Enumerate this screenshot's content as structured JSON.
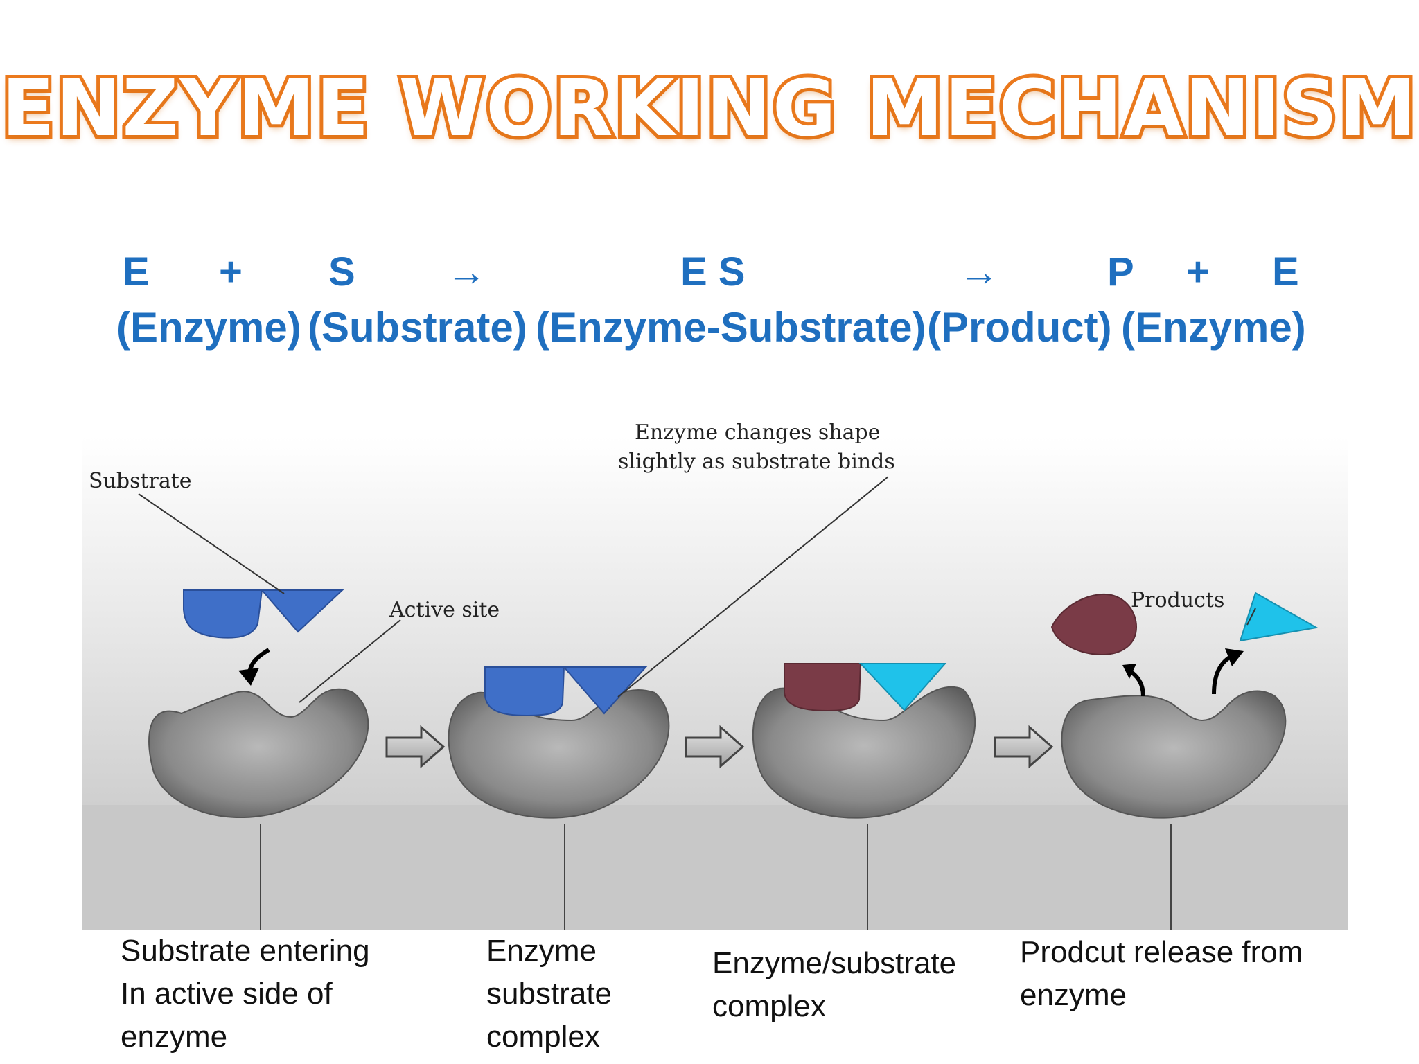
{
  "title": "ENZYME WORKING MECHANISM",
  "equation": {
    "symbols": [
      "E",
      "+",
      "S",
      "→",
      "E S",
      "→",
      "P",
      "+",
      "E"
    ],
    "names": [
      "(Enzyme)",
      "(Substrate)",
      "(Enzyme-Substrate)",
      "(Product)",
      "(Enzyme)"
    ]
  },
  "diagram": {
    "labels": {
      "substrate": "Substrate",
      "active_site": "Active site",
      "shape_change_line1": "Enzyme changes shape",
      "shape_change_line2": "slightly as substrate binds",
      "products": "Products"
    },
    "colors": {
      "substrate_blue": "#3f6fc8",
      "product_maroon": "#7a3b47",
      "product_cyan": "#1fc2ea",
      "enzyme_gray": "#8a8a8a",
      "equation_blue": "#1f6fbf",
      "title_orange": "#ec7a1e"
    }
  },
  "captions": [
    "Substrate entering\nIn active side of\nenzyme",
    "Enzyme\nsubstrate\ncomplex",
    "Enzyme/substrate\ncomplex",
    "Prodcut release from\nenzyme"
  ]
}
